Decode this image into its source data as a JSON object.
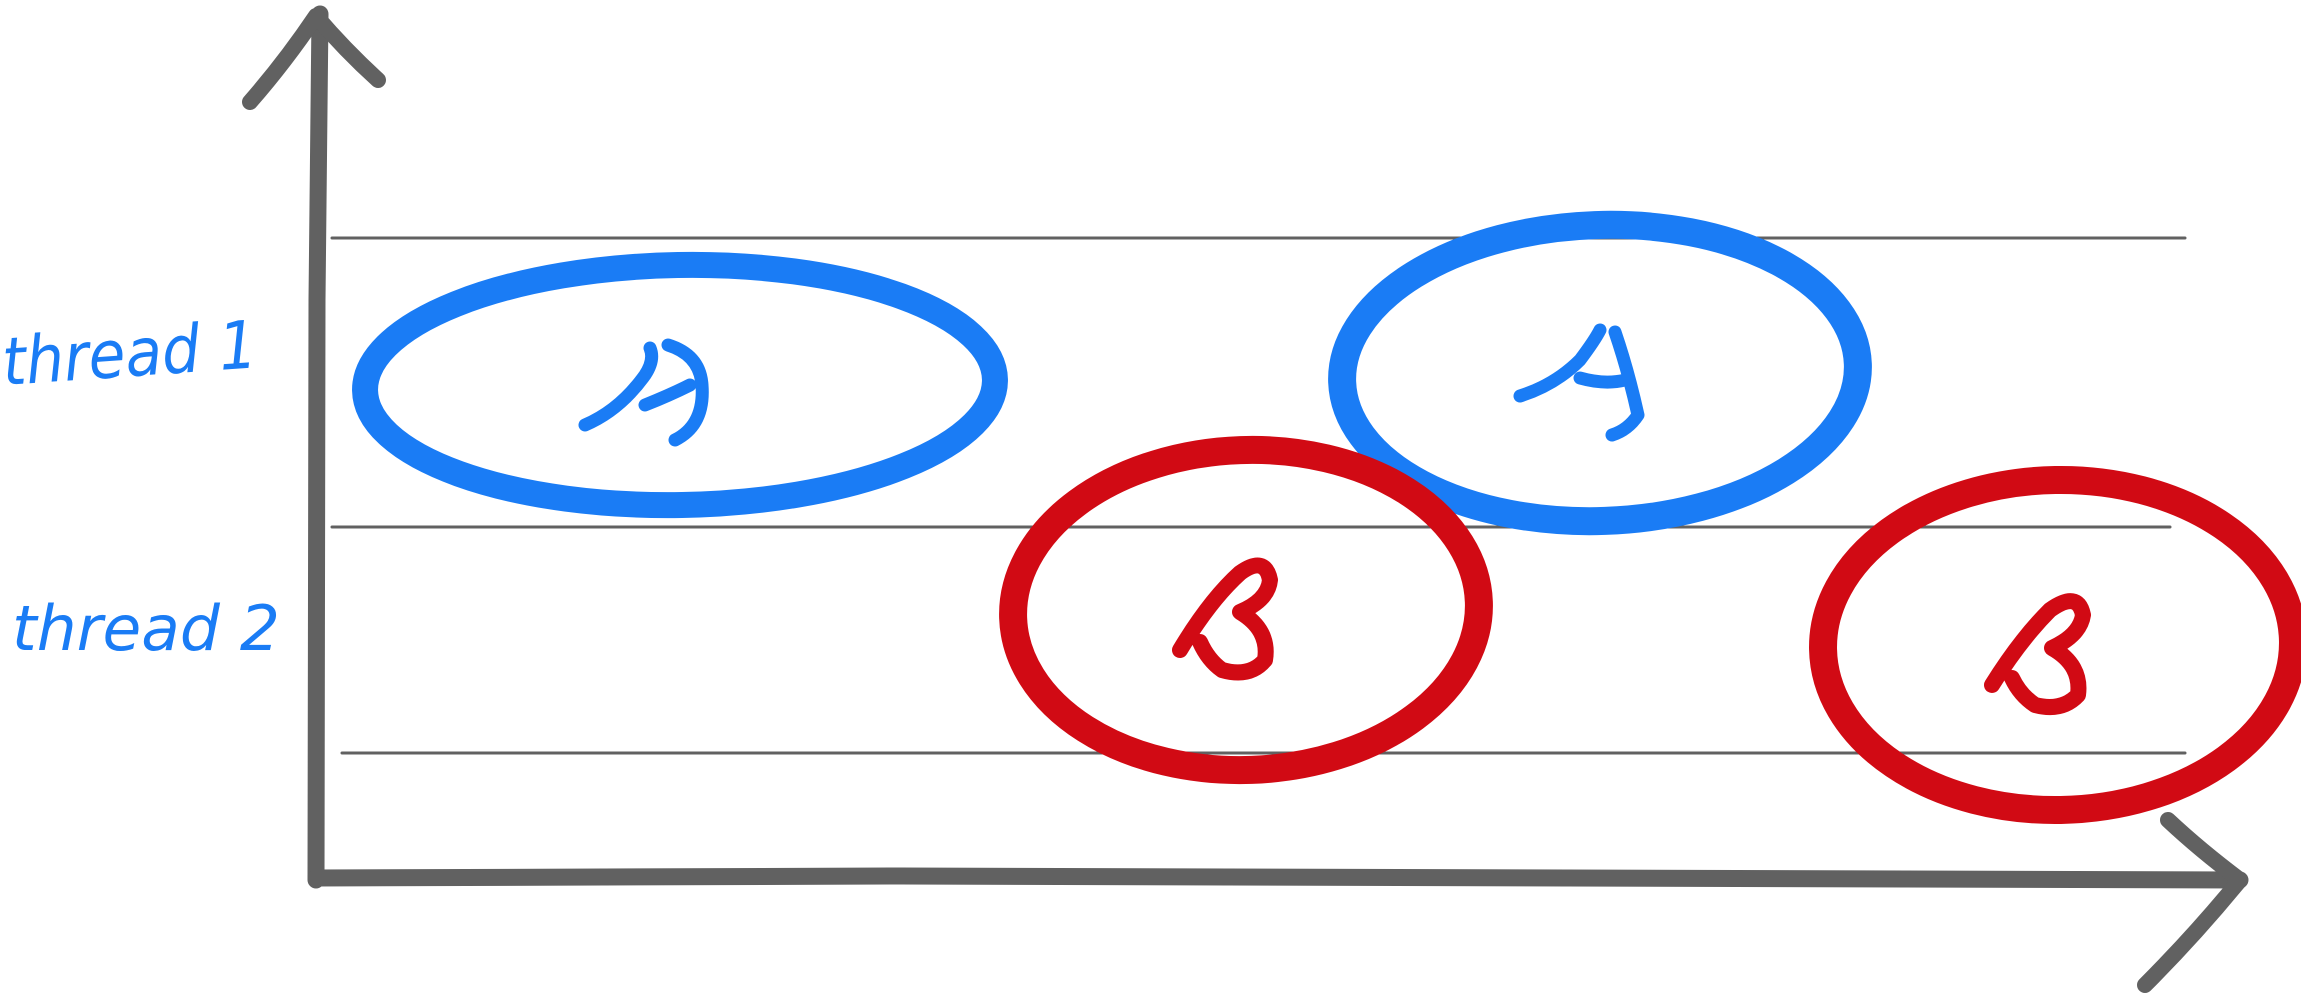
{
  "colors": {
    "axis": "#616161",
    "thread1": "#1a7cf5",
    "thread2": "#d10a14",
    "background": "#ffffff"
  },
  "thread_labels": {
    "thread1": "thread 1",
    "thread2": "thread 2"
  },
  "blocks": [
    {
      "thread": "thread1",
      "letter": "A"
    },
    {
      "thread": "thread1",
      "letter": "A"
    },
    {
      "thread": "thread2",
      "letter": "B"
    },
    {
      "thread": "thread2",
      "letter": "B"
    }
  ]
}
